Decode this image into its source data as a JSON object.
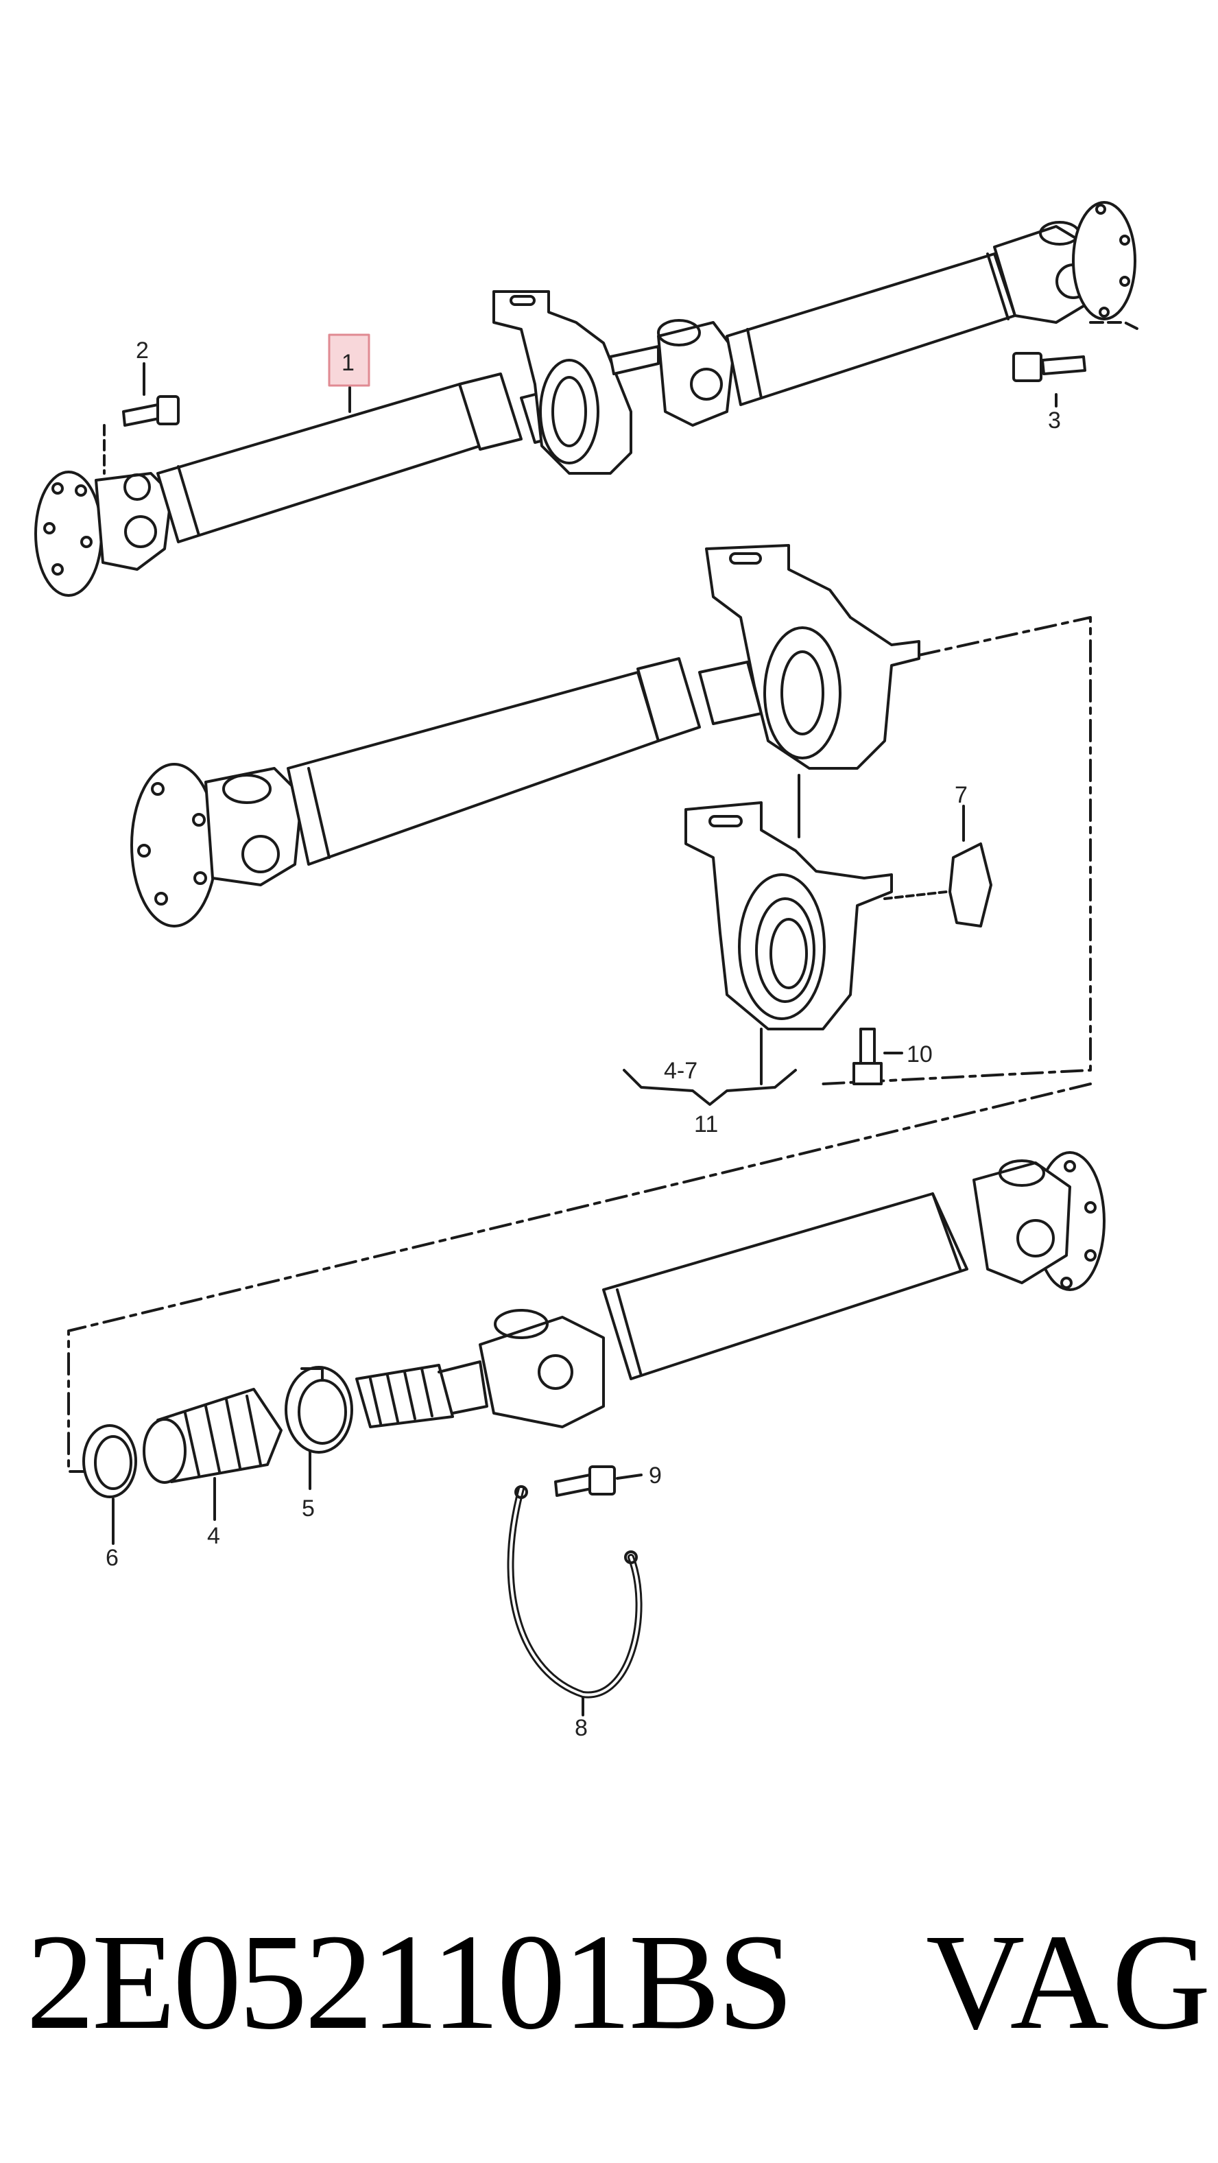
{
  "diagram": {
    "callouts": {
      "c1": "1",
      "c2": "2",
      "c3": "3",
      "c4": "4",
      "c5": "5",
      "c6": "6",
      "c7": "7",
      "c8": "8",
      "c9": "9",
      "c10": "10",
      "c11": "11",
      "c47": "4-7"
    },
    "highlight_color": "#f8d7da",
    "highlight_border": "#e08a92"
  },
  "footer": {
    "part_number": "2E0521101BS",
    "brand": "VAG"
  }
}
